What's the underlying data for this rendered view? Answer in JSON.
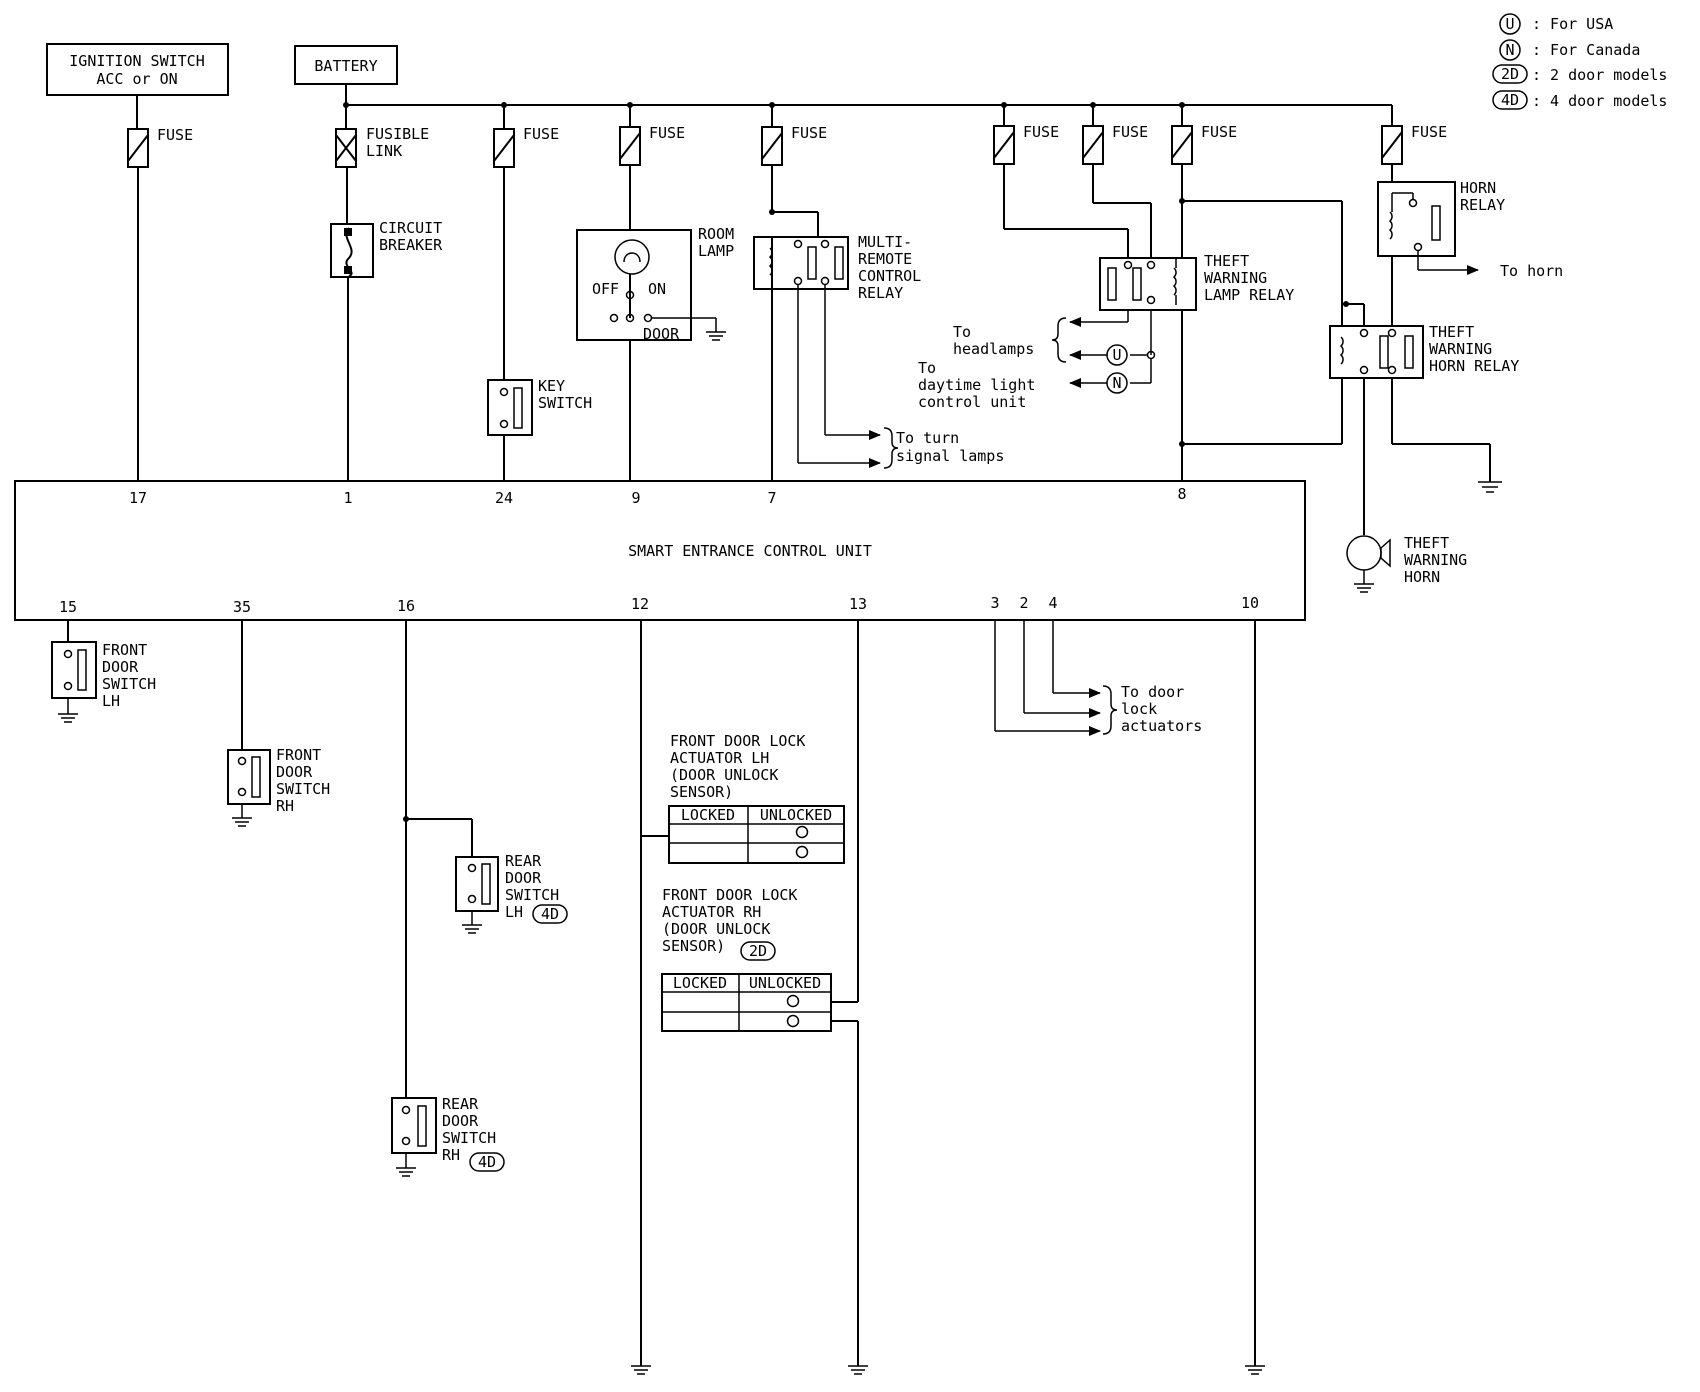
{
  "legend": {
    "usa": {
      "symbol": "U",
      "text": ": For USA"
    },
    "canada": {
      "symbol": "N",
      "text": ": For Canada"
    },
    "two_door": {
      "symbol": "2D",
      "text": ": 2 door models"
    },
    "four_door": {
      "symbol": "4D",
      "text": ": 4 door models"
    }
  },
  "sources": {
    "ignition_line1": "IGNITION SWITCH",
    "ignition_line2": "ACC or ON",
    "battery": "BATTERY"
  },
  "fuse": "FUSE",
  "fusible_link": [
    "FUSIBLE",
    "LINK"
  ],
  "circuit_breaker": [
    "CIRCUIT",
    "BREAKER"
  ],
  "room_lamp": {
    "name": [
      "ROOM",
      "LAMP"
    ],
    "off": "OFF",
    "on": "ON",
    "door": "DOOR"
  },
  "key_switch": [
    "KEY",
    "SWITCH"
  ],
  "multi_remote_relay": [
    "MULTI-",
    "REMOTE",
    "CONTROL",
    "RELAY"
  ],
  "theft_lamp_relay": [
    "THEFT",
    "WARNING",
    "LAMP RELAY"
  ],
  "horn_relay": [
    "HORN",
    "RELAY"
  ],
  "theft_horn_relay": [
    "THEFT",
    "WARNING",
    "HORN RELAY"
  ],
  "theft_horn": [
    "THEFT",
    "WARNING",
    "HORN"
  ],
  "destinations": {
    "to_horn": "To horn",
    "to_headlamps": [
      "To",
      "headlamps"
    ],
    "to_daytime": [
      "To",
      "daytime light",
      "control unit"
    ],
    "to_turn": [
      "To turn",
      "signal lamps"
    ],
    "to_door_lock": [
      "To door",
      "lock",
      "actuators"
    ]
  },
  "control_unit": {
    "name": "SMART ENTRANCE CONTROL UNIT",
    "top_pins": [
      "17",
      "1",
      "24",
      "9",
      "7",
      "8"
    ],
    "bottom_pins": [
      "15",
      "35",
      "16",
      "12",
      "13",
      "3",
      "2",
      "4",
      "10"
    ]
  },
  "switches": {
    "front_lh": [
      "FRONT",
      "DOOR",
      "SWITCH",
      "LH"
    ],
    "front_rh": [
      "FRONT",
      "DOOR",
      "SWITCH",
      "RH"
    ],
    "rear_lh": [
      "REAR",
      "DOOR",
      "SWITCH",
      "LH"
    ],
    "rear_rh": [
      "REAR",
      "DOOR",
      "SWITCH",
      "RH"
    ]
  },
  "actuators": {
    "lh": [
      "FRONT DOOR LOCK",
      "ACTUATOR LH",
      "(DOOR UNLOCK",
      "SENSOR)"
    ],
    "rh": [
      "FRONT DOOR LOCK",
      "ACTUATOR RH",
      "(DOOR UNLOCK",
      "SENSOR)"
    ],
    "locked": "LOCKED",
    "unlocked": "UNLOCKED"
  }
}
